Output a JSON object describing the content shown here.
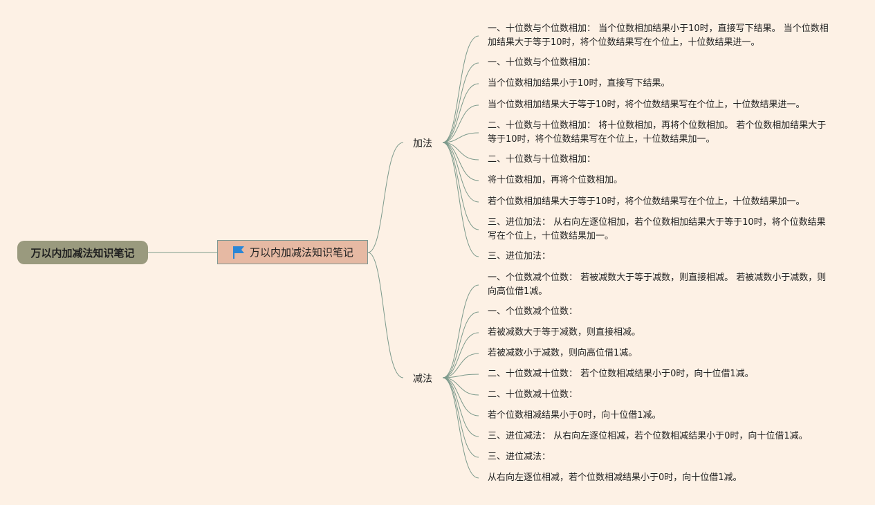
{
  "root": {
    "label": "万以内加减法知识笔记"
  },
  "center": {
    "label": "万以内加减法知识笔记",
    "icon": "flag-icon"
  },
  "branches": [
    {
      "label": "加法",
      "leaves": [
        "一、十位数与个位数相加： 当个位数相加结果小于10时，直接写下结果。 当个位数相加结果大于等于10时，将个位数结果写在个位上，十位数结果进一。",
        "一、十位数与个位数相加：",
        "当个位数相加结果小于10时，直接写下结果。",
        "当个位数相加结果大于等于10时，将个位数结果写在个位上，十位数结果进一。",
        "二、十位数与十位数相加： 将十位数相加，再将个位数相加。 若个位数相加结果大于等于10时，将个位数结果写在个位上，十位数结果加一。",
        "二、十位数与十位数相加：",
        "将十位数相加，再将个位数相加。",
        "若个位数相加结果大于等于10时，将个位数结果写在个位上，十位数结果加一。",
        "三、进位加法： 从右向左逐位相加，若个位数相加结果大于等于10时，将个位数结果写在个位上，十位数结果加一。",
        "三、进位加法："
      ]
    },
    {
      "label": "减法",
      "leaves": [
        "一、个位数减个位数： 若被减数大于等于减数，则直接相减。 若被减数小于减数，则向高位借1减。",
        "一、个位数减个位数：",
        "若被减数大于等于减数，则直接相减。",
        "若被减数小于减数，则向高位借1减。",
        "二、十位数减十位数： 若个位数相减结果小于0时，向十位借1减。",
        "二、十位数减十位数：",
        "若个位数相减结果小于0时，向十位借1减。",
        "三、进位减法： 从右向左逐位相减，若个位数相减结果小于0时，向十位借1减。",
        "三、进位减法：",
        "从右向左逐位相减，若个位数相减结果小于0时，向十位借1减。"
      ]
    }
  ],
  "colors": {
    "background": "#fdf1e5",
    "root_fill": "#9a9a7e",
    "center_fill": "#e6b9a3",
    "center_border": "#7e9792",
    "line": "#7d9a8c",
    "flag": "#2a86d6"
  }
}
